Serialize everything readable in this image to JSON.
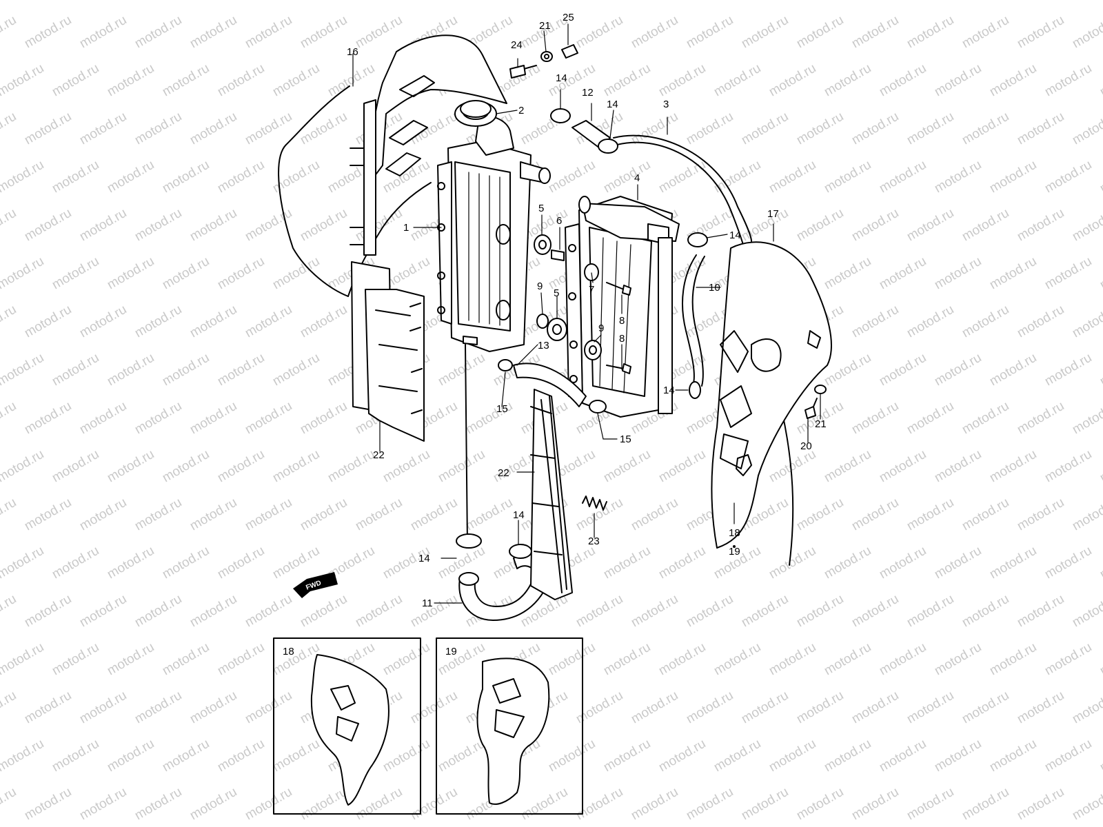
{
  "diagram": {
    "watermark_text": "motod.ru",
    "fwd_label": "FWD",
    "inset_18_label": "18",
    "inset_19_label": "19",
    "callouts": [
      {
        "id": "c1",
        "text": "1"
      },
      {
        "id": "c2",
        "text": "2"
      },
      {
        "id": "c3",
        "text": "3"
      },
      {
        "id": "c4",
        "text": "4"
      },
      {
        "id": "c5a",
        "text": "5"
      },
      {
        "id": "c5b",
        "text": "5"
      },
      {
        "id": "c6",
        "text": "6"
      },
      {
        "id": "c7",
        "text": "7"
      },
      {
        "id": "c8a",
        "text": "8"
      },
      {
        "id": "c8b",
        "text": "8"
      },
      {
        "id": "c9a",
        "text": "9"
      },
      {
        "id": "c9b",
        "text": "9"
      },
      {
        "id": "c10",
        "text": "10"
      },
      {
        "id": "c11",
        "text": "11"
      },
      {
        "id": "c12",
        "text": "12"
      },
      {
        "id": "c13",
        "text": "13"
      },
      {
        "id": "c14a",
        "text": "14"
      },
      {
        "id": "c14b",
        "text": "14"
      },
      {
        "id": "c14c",
        "text": "14"
      },
      {
        "id": "c14d",
        "text": "14"
      },
      {
        "id": "c14e",
        "text": "14"
      },
      {
        "id": "c14f",
        "text": "14"
      },
      {
        "id": "c15a",
        "text": "15"
      },
      {
        "id": "c15b",
        "text": "15"
      },
      {
        "id": "c16",
        "text": "16"
      },
      {
        "id": "c17",
        "text": "17"
      },
      {
        "id": "c18",
        "text": "18"
      },
      {
        "id": "c19",
        "text": "19"
      },
      {
        "id": "c20",
        "text": "20"
      },
      {
        "id": "c21a",
        "text": "21"
      },
      {
        "id": "c21b",
        "text": "21"
      },
      {
        "id": "c22a",
        "text": "22"
      },
      {
        "id": "c22b",
        "text": "22"
      },
      {
        "id": "c23",
        "text": "23"
      },
      {
        "id": "c24",
        "text": "24"
      },
      {
        "id": "c25",
        "text": "25"
      }
    ]
  }
}
